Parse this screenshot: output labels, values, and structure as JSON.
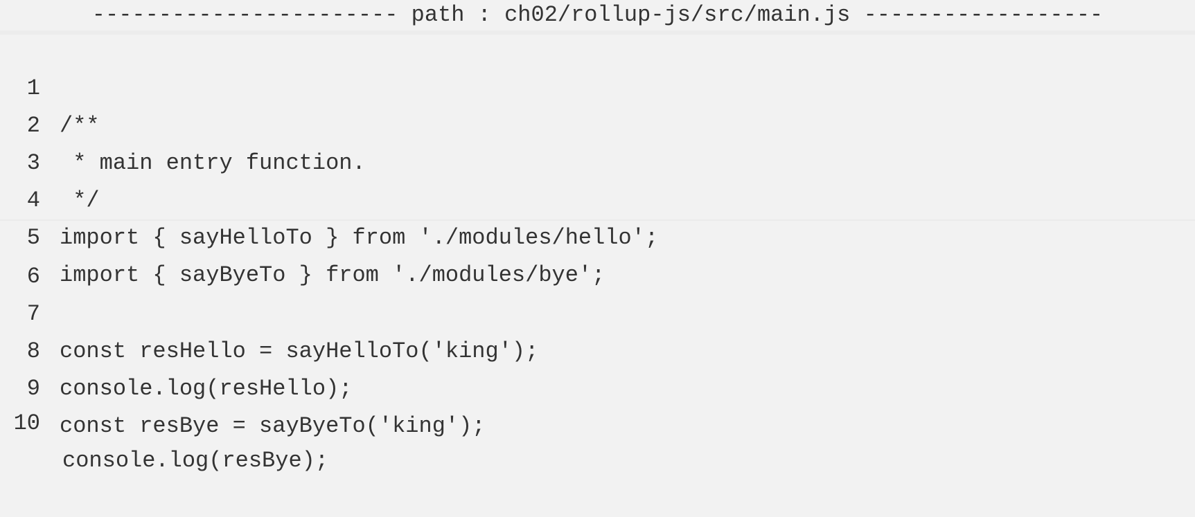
{
  "header": {
    "text": "----------------------- path : ch02/rollup-js/src/main.js ------------------"
  },
  "code": {
    "lines": [
      {
        "no": "1",
        "text": "/**"
      },
      {
        "no": "2",
        "text": " * main entry function."
      },
      {
        "no": "3",
        "text": " */"
      },
      {
        "no": "4",
        "text": "import { sayHelloTo } from './modules/hello';"
      },
      {
        "no": "5",
        "text": "import { sayByeTo } from './modules/bye';"
      },
      {
        "no": "6",
        "text": ""
      },
      {
        "no": "7",
        "text": "const resHello = sayHelloTo('king');"
      },
      {
        "no": "8",
        "text": "console.log(resHello);"
      },
      {
        "no": "9",
        "text": "const resBye = sayByeTo('king');"
      },
      {
        "no": "10",
        "text": "console.log(resBye);"
      }
    ]
  },
  "colors": {
    "background": "#f2f2f2",
    "text": "#333333"
  }
}
